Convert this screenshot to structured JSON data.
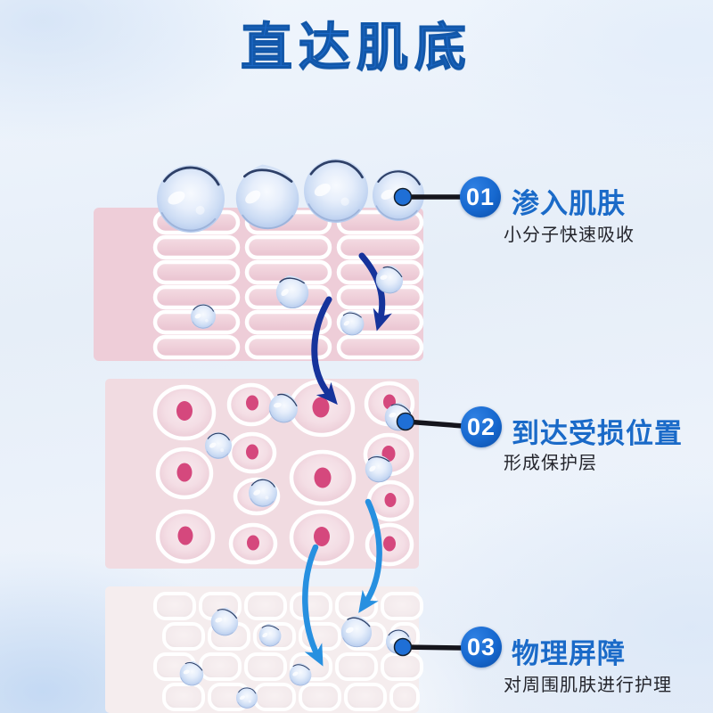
{
  "page": {
    "title": "直达肌底"
  },
  "steps": [
    {
      "number": "01",
      "title": "渗入肌肤",
      "subtitle": "小分子快速吸收"
    },
    {
      "number": "02",
      "title": "到达受损位置",
      "subtitle": "形成保护层"
    },
    {
      "number": "03",
      "title": "物理屏障",
      "subtitle": "对周围肌肤进行护理"
    }
  ],
  "colors": {
    "accent_blue": "#1b67c5",
    "badge_blue": "#1668cf",
    "arrow_navy": "#16339b",
    "arrow_light_blue": "#2790e0",
    "connector_black": "#15151c",
    "connector_dot_blue": "#1f6fd6",
    "skin_pink": "#eecdd8",
    "cell_pink": "#f3dae1",
    "cell_nucleus_pink": "#d5487d",
    "droplet_blue": "#ccdcf4",
    "background_blue_white": "#e9f0f9"
  }
}
